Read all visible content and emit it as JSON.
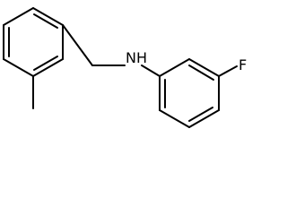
{
  "molecule": {
    "atoms": {
      "nitrogen": "N",
      "hydrogen": "H",
      "fluorine": "F"
    }
  },
  "colors": {
    "bond": "#000000",
    "label": "#000000",
    "background": "#ffffff"
  }
}
